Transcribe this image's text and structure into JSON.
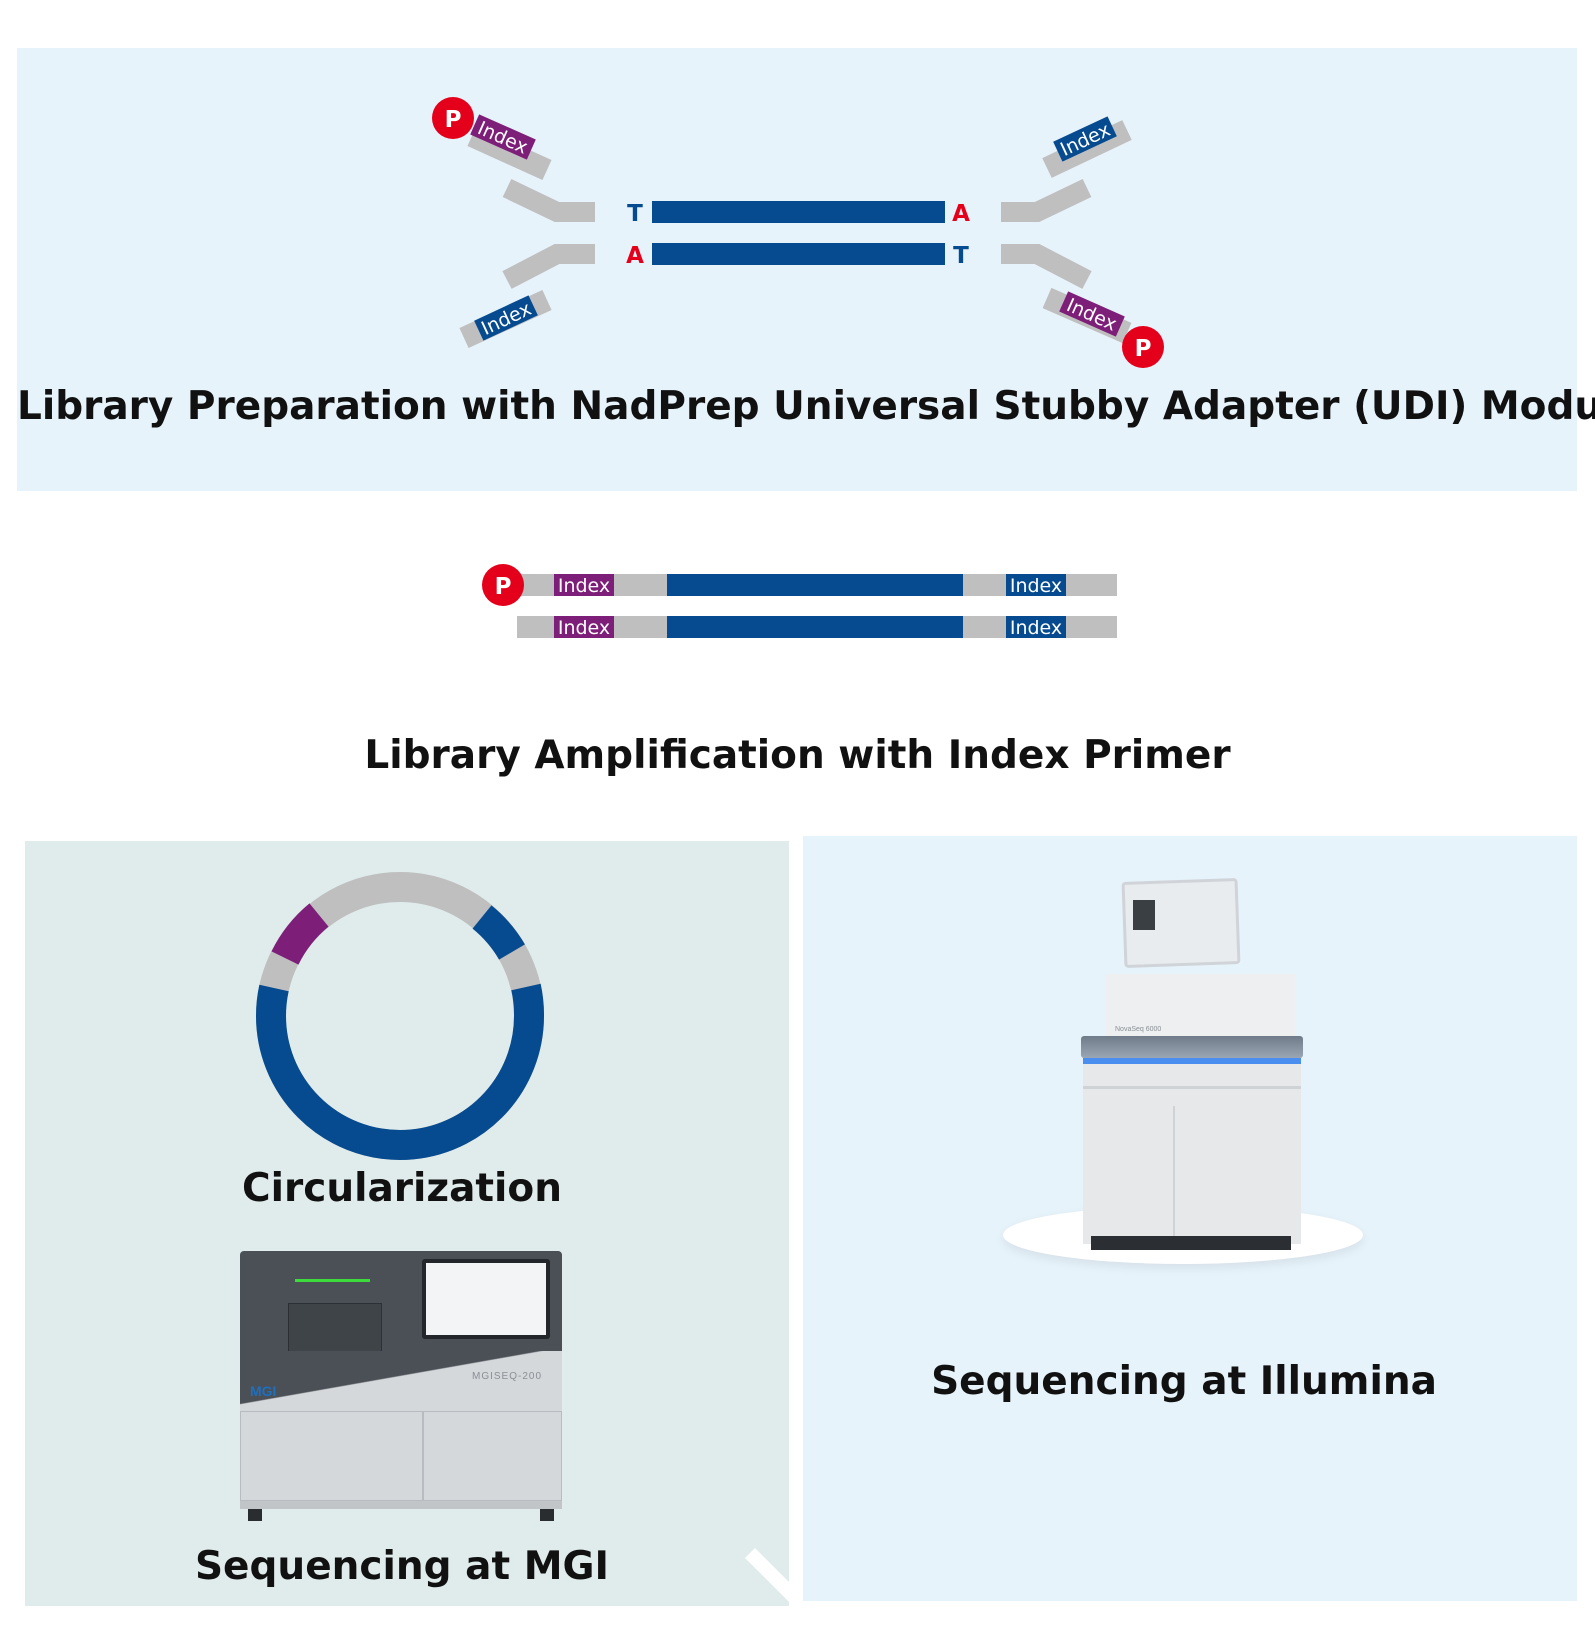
{
  "colors": {
    "panel_top": "#e7f3fb",
    "panel_mgi": "#e0ecec",
    "panel_illumina": "#e7f3fb",
    "insert_blue": "#064a8f",
    "adapter_gray": "#bfbfbf",
    "index_purple": "#7d1e78",
    "phosphate_red": "#e4001b",
    "base_red": "#e4001b",
    "base_blue": "#064a8f"
  },
  "adapter_ligation": {
    "caption": "Library Preparation with NadPrep Universal Stubby Adapter (UDI) Module",
    "phosphate_label": "P",
    "index_label": "Index",
    "top_left_base": "T",
    "top_right_base": "A",
    "bottom_left_base": "A",
    "bottom_right_base": "T"
  },
  "amplification": {
    "caption": "Library Amplification with Index Primer",
    "phosphate_label": "P",
    "index_label": "Index"
  },
  "mgi_branch": {
    "circularization_caption": "Circularization",
    "instrument_model": "MGISEQ-200",
    "instrument_brand": "MGI",
    "caption": "Sequencing at MGI"
  },
  "illumina_branch": {
    "instrument_model": "NovaSeq 6000",
    "caption": "Sequencing at Illumina"
  }
}
